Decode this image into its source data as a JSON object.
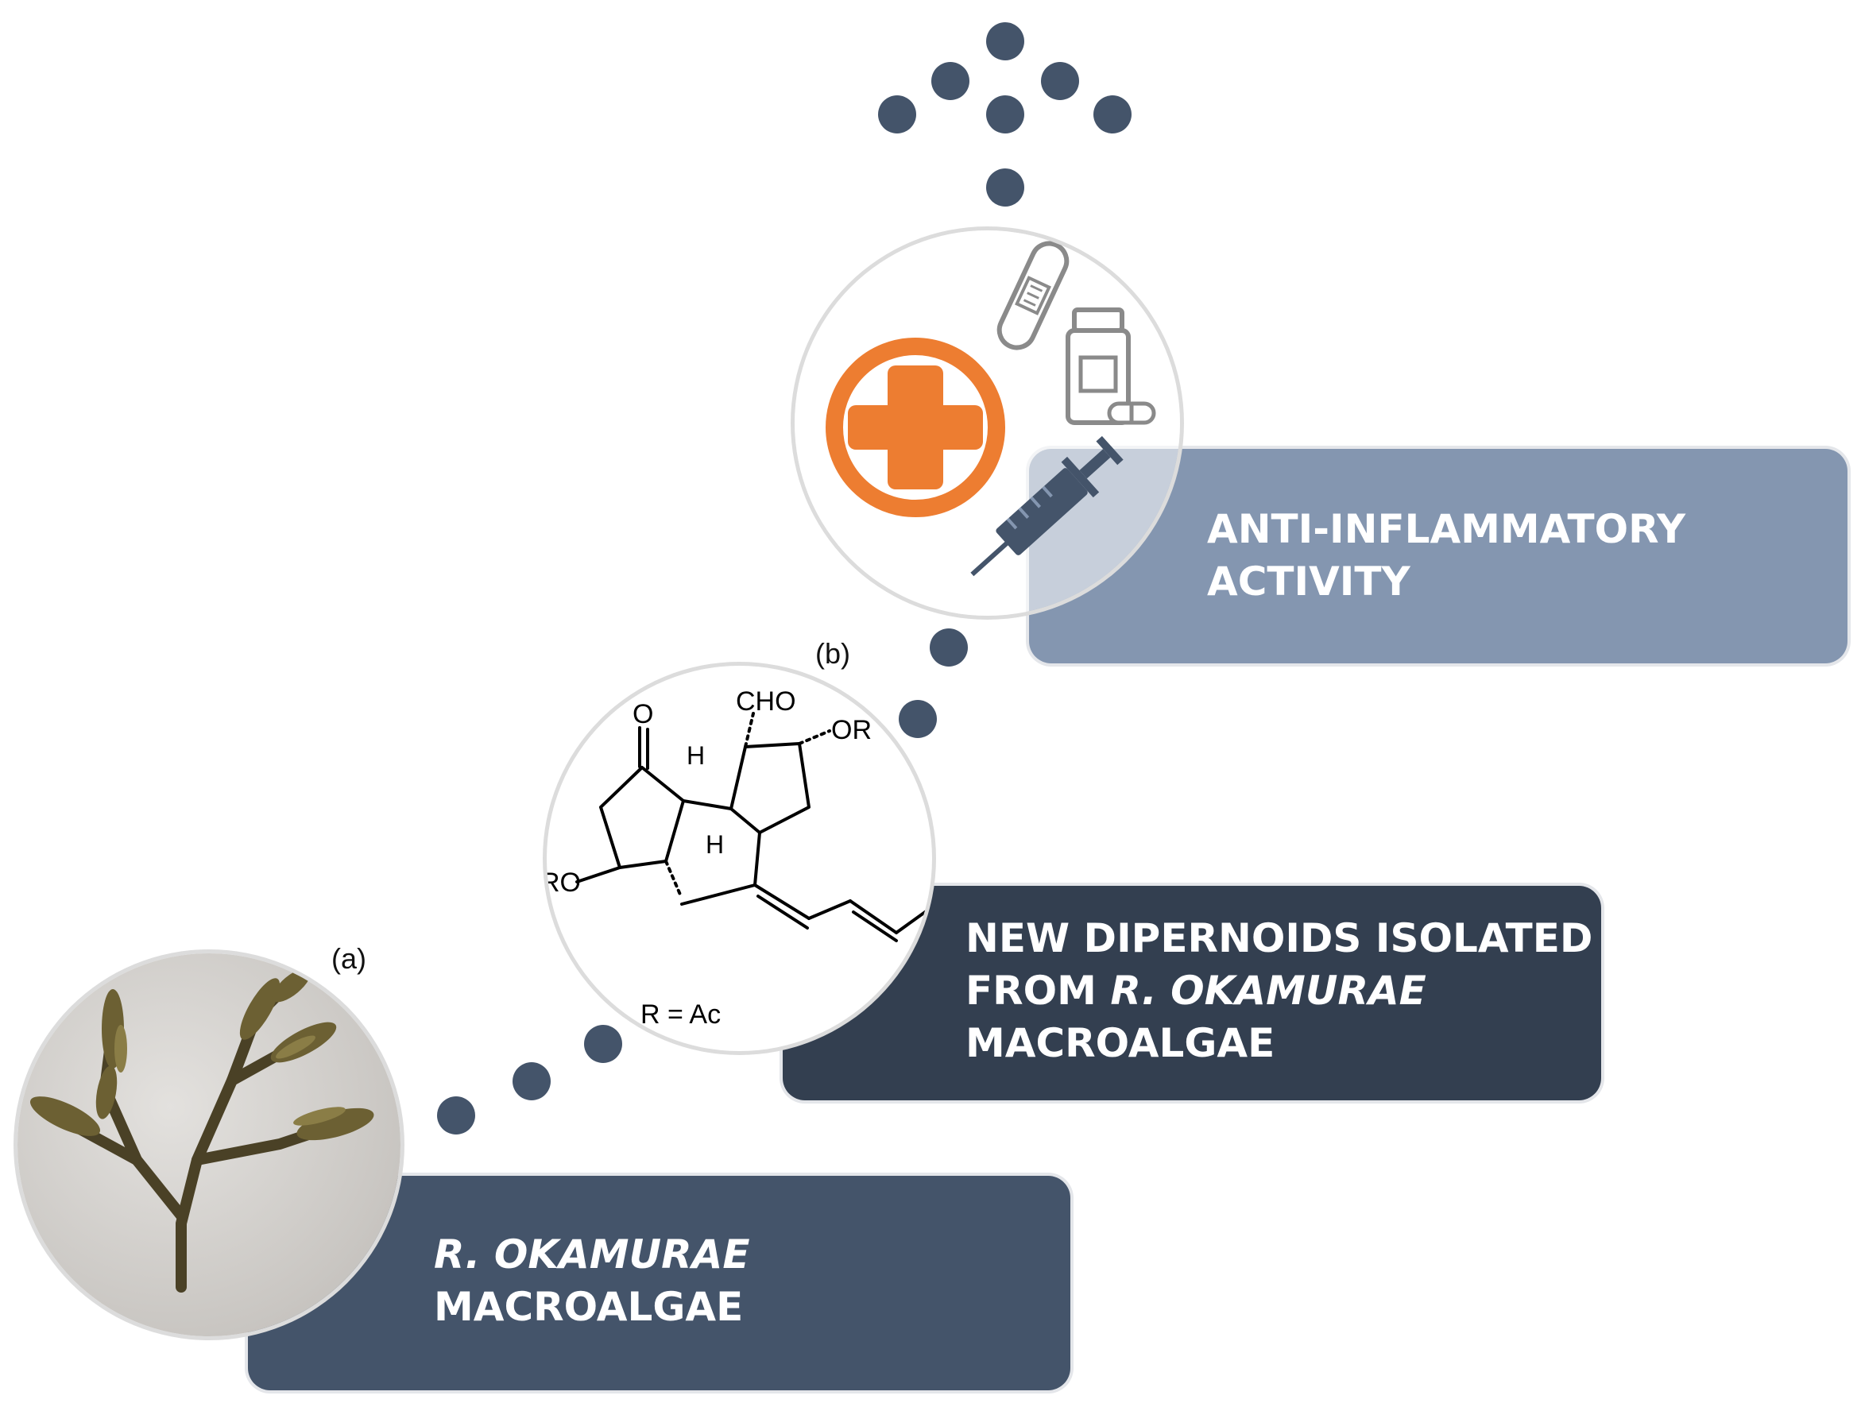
{
  "labels": {
    "a": "(a)",
    "b": "(b)"
  },
  "banners": {
    "activity": {
      "line1": "ANTI-INFLAMMATORY",
      "line2": "ACTIVITY"
    },
    "dipernoids": {
      "line1": "NEW DIPERNOIDS ISOLATED",
      "line2_prefix": "FROM ",
      "line2_italic": "R. OKAMURAE",
      "line3": "MACROALGAE"
    },
    "algae": {
      "line1_italic": "R. OKAMURAE",
      "line2": "MACROALGAE"
    }
  },
  "structure": {
    "ketone": "O",
    "aldehyde": "CHO",
    "ester_right": "OR",
    "ester_left": "RO",
    "h_top": "H",
    "h_bottom": "H",
    "r_def": "R = Ac"
  },
  "icons": [
    "medical-cross-icon",
    "bandage-icon",
    "pill-bottle-icon",
    "capsule-icon",
    "syringe-icon",
    "seaweed-photo"
  ],
  "colors": {
    "activity_banner": "#8496b0",
    "dipernoids_banner": "#333f50",
    "algae_banner": "#44546a",
    "dots": "#44546a",
    "cross": "#ed7d31"
  }
}
